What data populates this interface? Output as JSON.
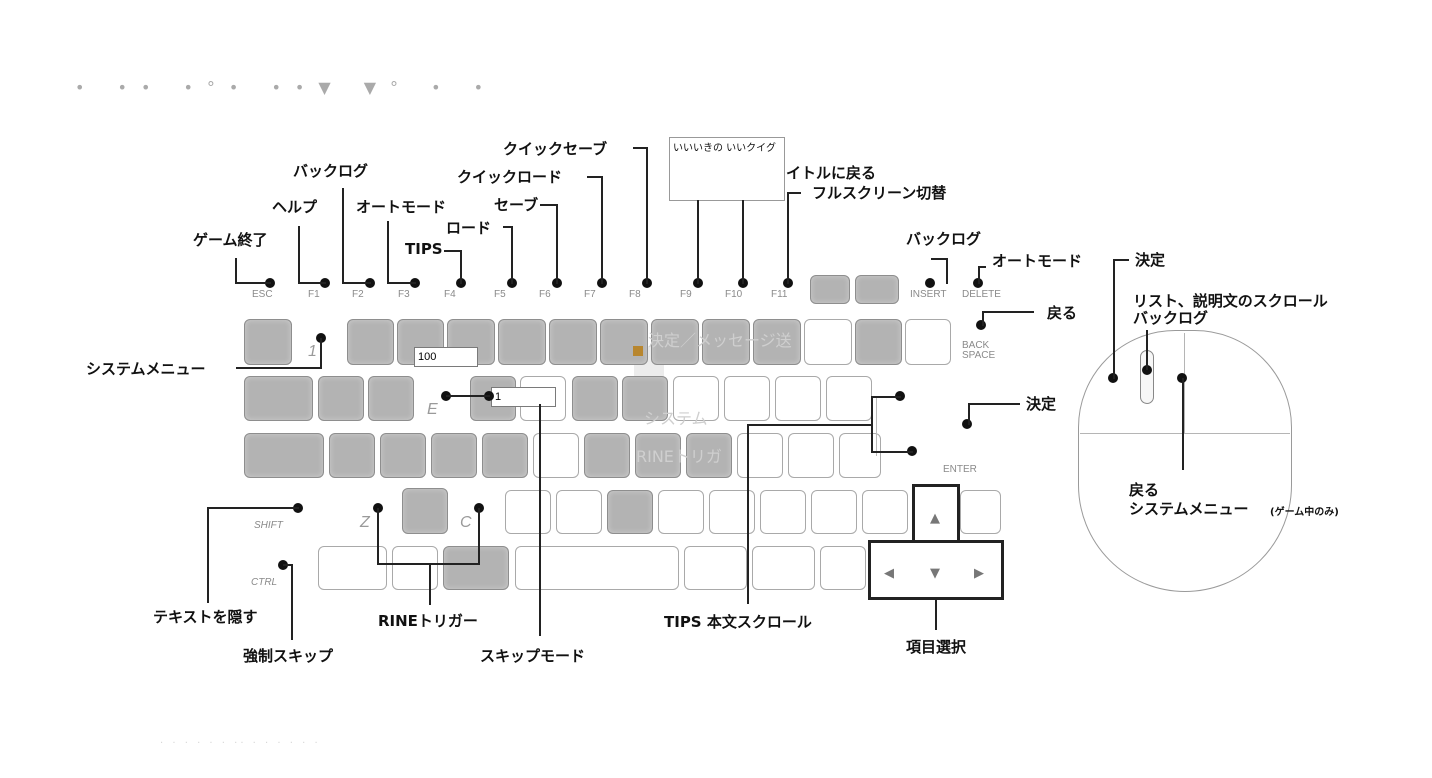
{
  "labels": {
    "game_exit": "ゲーム終了",
    "help": "ヘルプ",
    "backlog_top": "バックログ",
    "auto_mode_top": "オートモード",
    "tips": "TIPS",
    "load": "ロード",
    "save": "セーブ",
    "quick_load": "クイックロード",
    "quick_save": "クイックセーブ",
    "return_title": "イトルに戻る",
    "fullscreen": "フルスクリーン切替",
    "backlog_right": "バックログ",
    "auto_mode_right": "オートモード",
    "return": "戻る",
    "system_menu": "システムメニュー",
    "decide_kb": "決定",
    "hide_text": "テキストを隠す",
    "force_skip": "強制スキップ",
    "rine_trigger": "RINEトリガー",
    "skip_mode": "スキップモード",
    "tips_scroll": "TIPS 本文スクロール",
    "item_select": "項目選択",
    "mouse_decide": "決定",
    "mouse_scroll": "リスト、説明文のスクロール",
    "mouse_backlog": "バックログ",
    "mouse_return": "戻る",
    "mouse_system_menu": "システムメニュー",
    "mouse_system_menu_note": "(ゲーム中のみ)"
  },
  "key_names": {
    "esc": "ESC",
    "f1": "F1",
    "f2": "F2",
    "f3": "F3",
    "f4": "F4",
    "f5": "F5",
    "f6": "F6",
    "f7": "F7",
    "f8": "F8",
    "f9": "F9",
    "f10": "F10",
    "f11": "F11",
    "insert": "INSERT",
    "delete": "DELETE",
    "back": "BACK",
    "space": "SPACE",
    "enter": "ENTER",
    "shift": "SHIFT",
    "ctrl": "CTRL"
  },
  "key_letters": {
    "one": "1",
    "e": "E",
    "z": "Z",
    "c": "C"
  },
  "ghost_text": {
    "line1": "決定／メッセージ送",
    "line2": "システム",
    "line3": "RINEトリガ"
  },
  "popup_text": "いいいきの いいクイグ",
  "fields": {
    "field_a": "100",
    "field_b": "1"
  },
  "arrows": {
    "up": "▲",
    "down": "▼",
    "left": "◀",
    "right": "▶"
  },
  "colors": {
    "key_gray": "#b3b3b3",
    "accent": "#b8862e"
  }
}
